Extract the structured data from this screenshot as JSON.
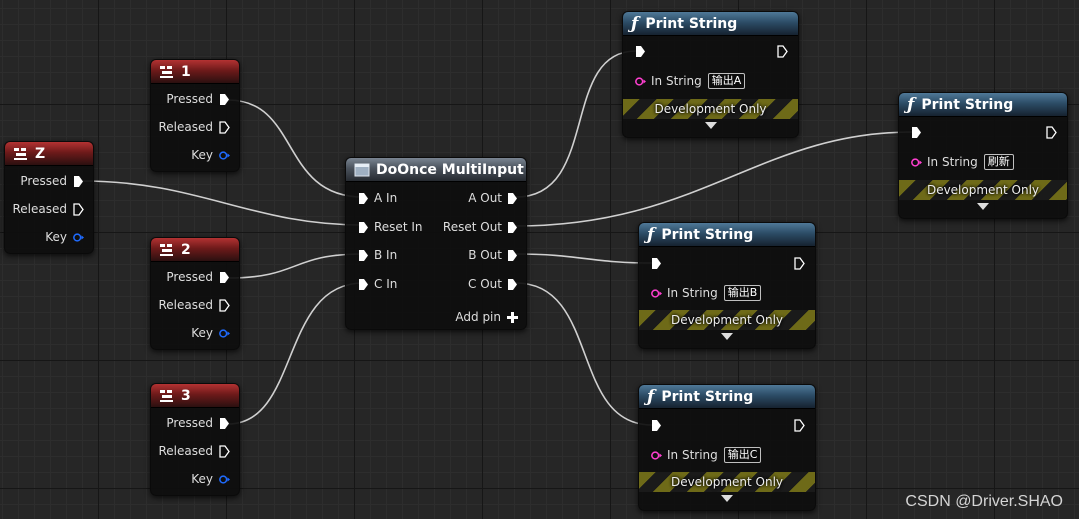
{
  "key_nodes": [
    {
      "id": "z",
      "title": "Z",
      "pins": {
        "pressed": "Pressed",
        "released": "Released",
        "key": "Key"
      }
    },
    {
      "id": "k1",
      "title": "1",
      "pins": {
        "pressed": "Pressed",
        "released": "Released",
        "key": "Key"
      }
    },
    {
      "id": "k2",
      "title": "2",
      "pins": {
        "pressed": "Pressed",
        "released": "Released",
        "key": "Key"
      }
    },
    {
      "id": "k3",
      "title": "3",
      "pins": {
        "pressed": "Pressed",
        "released": "Released",
        "key": "Key"
      }
    }
  ],
  "doonce": {
    "title": "DoOnce MultiInput",
    "inputs": [
      "A In",
      "Reset In",
      "B In",
      "C In"
    ],
    "outputs": [
      "A Out",
      "Reset Out",
      "B Out",
      "C Out"
    ],
    "add_pin": "Add pin"
  },
  "print_nodes": [
    {
      "id": "pa",
      "title": "Print String",
      "in_label": "In String",
      "value": "输出A",
      "dev": "Development Only"
    },
    {
      "id": "pr",
      "title": "Print String",
      "in_label": "In String",
      "value": "刷新",
      "dev": "Development Only"
    },
    {
      "id": "pb",
      "title": "Print String",
      "in_label": "In String",
      "value": "输出B",
      "dev": "Development Only"
    },
    {
      "id": "pc",
      "title": "Print String",
      "in_label": "In String",
      "value": "输出C",
      "dev": "Development Only"
    }
  ],
  "watermark": "CSDN @Driver.SHAO",
  "colors": {
    "exec": "#ffffff",
    "key_pin": "#1f6bff",
    "string_pin": "#ff3fd0",
    "wire": "#d8d8d8"
  }
}
